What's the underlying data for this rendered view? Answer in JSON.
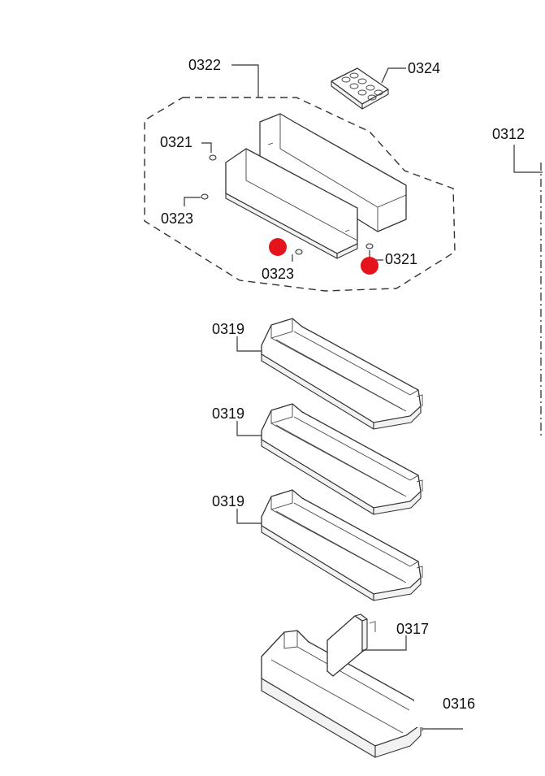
{
  "labels": {
    "p0322": "0322",
    "p0324": "0324",
    "p0312": "0312",
    "p0321_top": "0321",
    "p0323_left": "0323",
    "p0323_bottom": "0323",
    "p0321_right": "0321",
    "p0319_a": "0319",
    "p0319_b": "0319",
    "p0319_c": "0319",
    "p0317": "0317",
    "p0316": "0316"
  },
  "colors": {
    "marker": "#e5141b",
    "line": "#333333"
  }
}
